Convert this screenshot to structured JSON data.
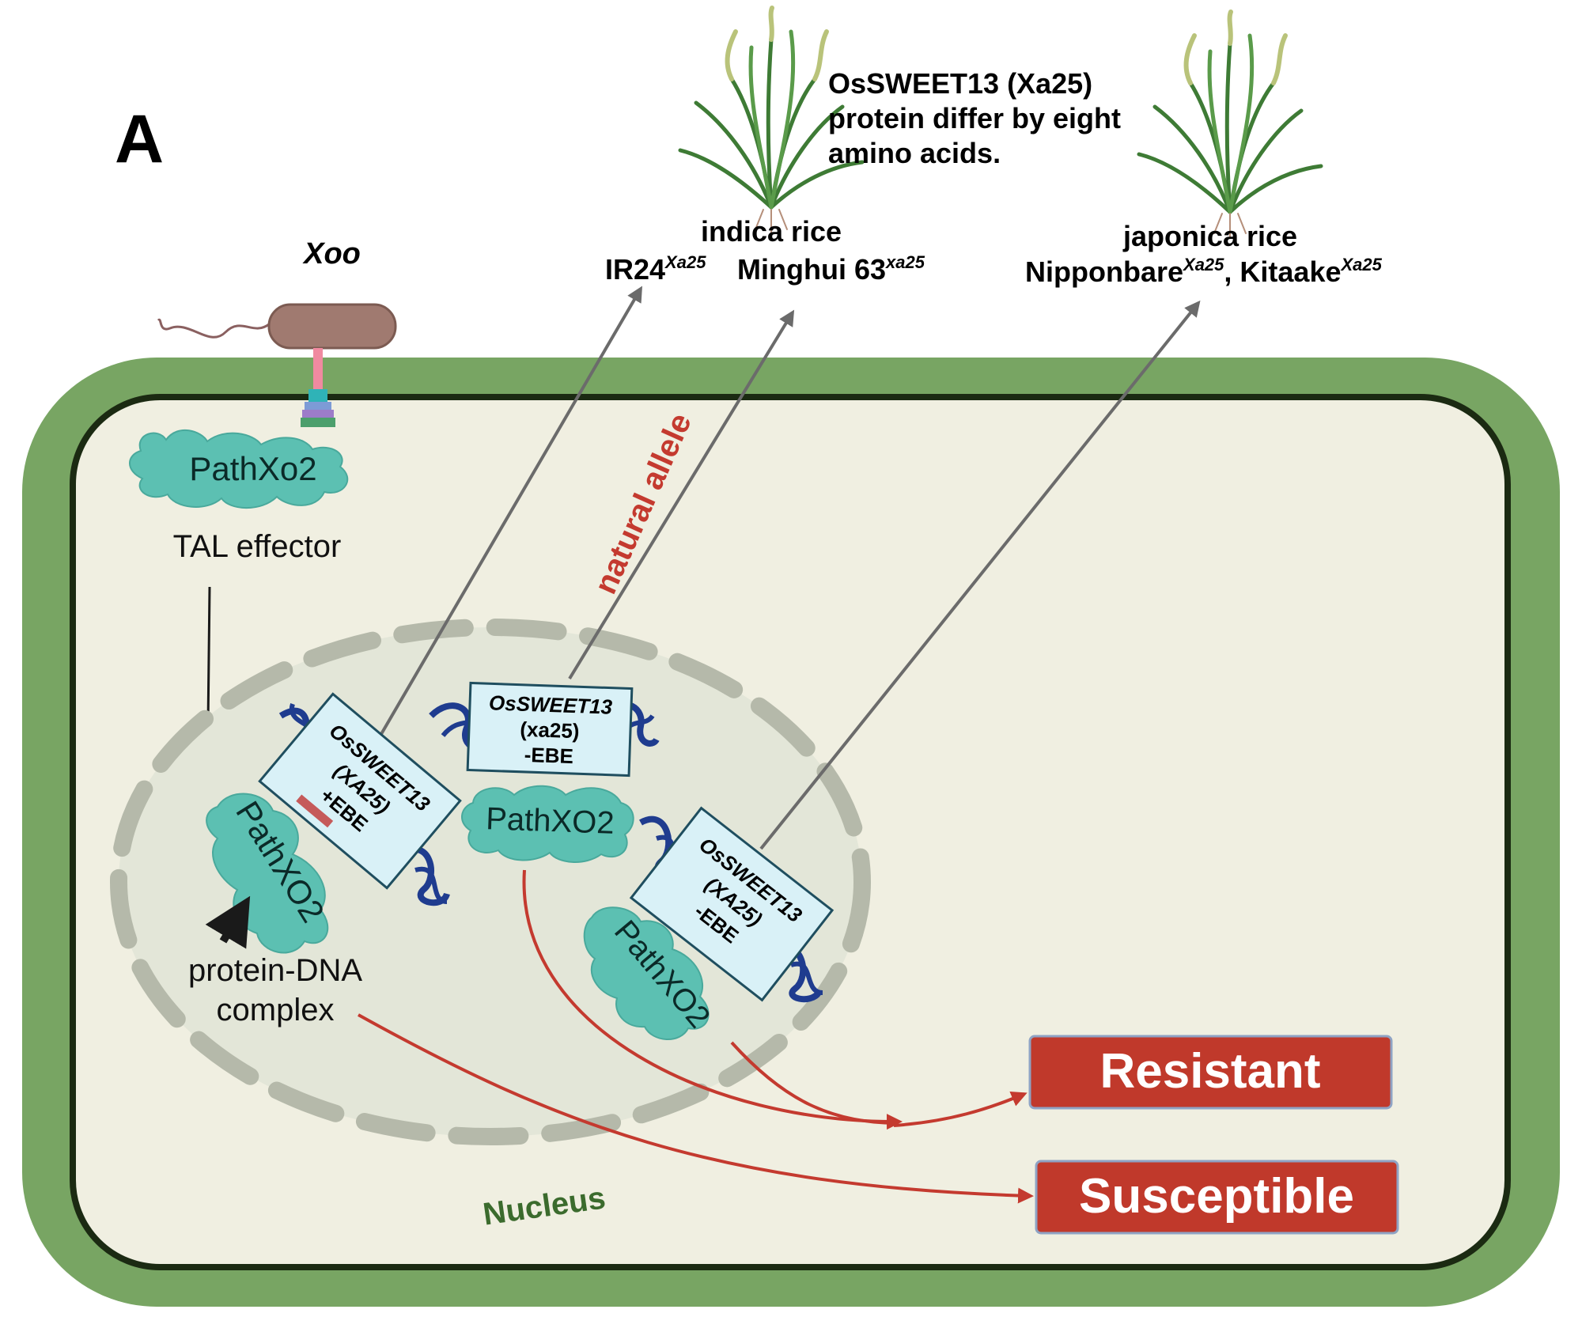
{
  "panel_label": "A",
  "pathogen": {
    "name": "Xoo"
  },
  "cell": {
    "cytoplasm_protein": "PathXo2",
    "effector_label": "TAL effector",
    "complex_label_line1": "protein-DNA",
    "complex_label_line2": "complex",
    "nucleus_label": "Nucleus",
    "natural_allele_label": "natural allele"
  },
  "genes": [
    {
      "line1": "OsSWEET13",
      "line2": "(XA25)",
      "line3": "+EBE",
      "protein": "PathXO2"
    },
    {
      "line1": "OsSWEET13",
      "line2": "(xa25)",
      "line3": "-EBE",
      "protein": "PathXO2"
    },
    {
      "line1": "OsSWEET13",
      "line2": "(XA25)",
      "line3": "-EBE",
      "protein": "PathXO2"
    }
  ],
  "rice": {
    "note_line1": "OsSWEET13 (Xa25)",
    "note_line2": "protein differ by eight",
    "note_line3": "amino acids.",
    "indica": {
      "title": "indica rice",
      "variety1": "IR24",
      "variety1_sup": "Xa25",
      "variety2": "Minghui 63",
      "variety2_sup": "xa25"
    },
    "japonica": {
      "title": "japonica rice",
      "variety1": "Nipponbare",
      "variety1_sup": "Xa25",
      "separator": ", ",
      "variety2": "Kitaake",
      "variety2_sup": "Xa25"
    }
  },
  "outcomes": {
    "resistant": "Resistant",
    "susceptible": "Susceptible"
  },
  "colors": {
    "cell_wall": "#78a563",
    "cytoplasm": "#f0efe1",
    "membrane": "#1b2a12",
    "nucleus_fill": "#e3e6d8",
    "nucleus_envelope": "#b5b9aa",
    "protein": "#5cc0b2",
    "gene_box": "#d9f1f7",
    "dna": "#1f3c8f",
    "arrow_grey": "#6b6b6b",
    "arrow_red": "#c43a2f",
    "outcome_box": "#c0392b",
    "nucleus_text": "#3b6b2d"
  }
}
